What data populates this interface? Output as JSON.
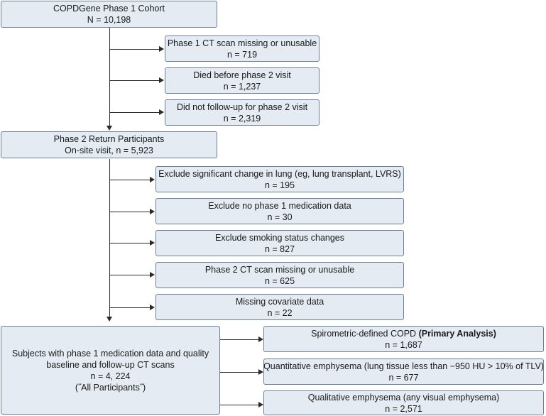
{
  "cohort": {
    "title": "COPDGene Phase 1 Cohort",
    "n": "N = 10,198"
  },
  "phase1_exclusions": [
    {
      "label": "Phase 1 CT scan missing or unusable",
      "n": "n = 719"
    },
    {
      "label": "Died before phase 2 visit",
      "n": "n = 1,237"
    },
    {
      "label": "Did not follow-up for phase 2 visit",
      "n": "n = 2,319"
    }
  ],
  "phase2": {
    "title": "Phase 2 Return Participants",
    "subtitle": "On-site visit, n = 5,923"
  },
  "phase2_exclusions": [
    {
      "label": "Exclude significant change in lung (eg, lung transplant, LVRS)",
      "n": "n = 195"
    },
    {
      "label": "Exclude no phase 1 medication data",
      "n": "n = 30"
    },
    {
      "label": "Exclude smoking status changes",
      "n": "n = 827"
    },
    {
      "label": "Phase 2 CT scan missing or unusable",
      "n": "n = 625"
    },
    {
      "label": "Missing covariate data",
      "n": "n = 22"
    }
  ],
  "final": {
    "line1": "Subjects with phase 1 medication data and quality",
    "line2": "baseline and follow-up CT scans",
    "n": "n = 4, 224",
    "note": "(˝All Participants˝)"
  },
  "outcomes": [
    {
      "label": "Spirometric-defined COPD ",
      "emphasis": "(Primary Analysis)",
      "n": "n = 1,687"
    },
    {
      "label": "Quantitative emphysema (lung tissue less than −950 HU > 10% of TLV)",
      "emphasis": "",
      "n": "n = 677"
    },
    {
      "label": "Qualitative emphysema (any visual emphysema)",
      "emphasis": "",
      "n": "n = 2,571"
    }
  ],
  "colors": {
    "box_fill": "#e4ebf3",
    "box_border": "#6e7f95",
    "connector": "#2a2a2a"
  }
}
